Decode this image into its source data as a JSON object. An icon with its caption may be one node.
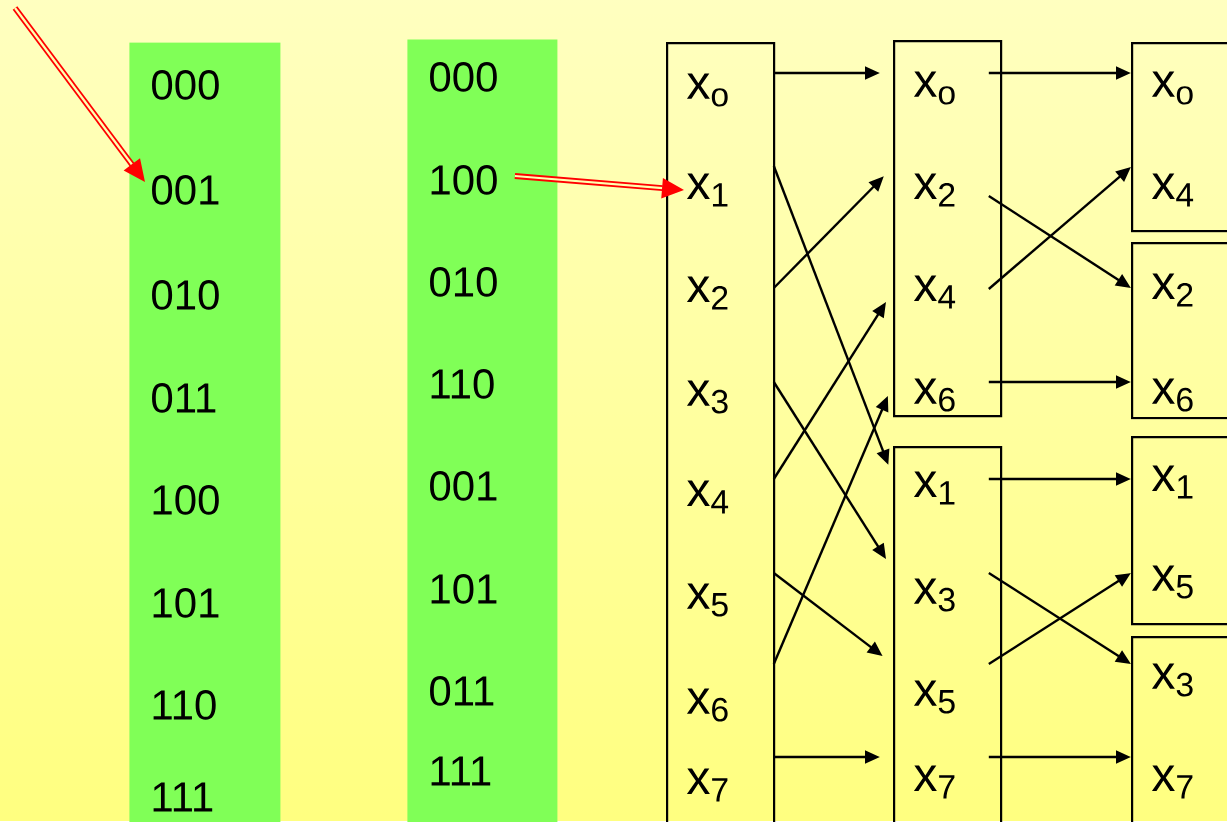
{
  "diagram": {
    "nodes": [
      {
        "text": [],
        "shape": "bar"
      },
      {
        "text": [
          "000"
        ],
        "in": 0
      },
      {
        "text": [
          "001"
        ],
        "in": 0
      },
      {
        "text": [
          "010"
        ],
        "in": 0
      },
      {
        "text": [
          "011"
        ],
        "in": 0
      },
      {
        "text": [
          "100"
        ],
        "in": 0
      },
      {
        "text": [
          "101"
        ],
        "in": 0
      },
      {
        "text": [
          "110"
        ],
        "in": 0
      },
      {
        "text": [
          "111"
        ],
        "in": 0
      },
      {
        "text": [],
        "shape": "bar"
      },
      {
        "text": [
          "000"
        ],
        "in": 9
      },
      {
        "text": [
          "100"
        ],
        "in": 9
      },
      {
        "text": [
          "010"
        ],
        "in": 9
      },
      {
        "text": [
          "110"
        ],
        "in": 9
      },
      {
        "text": [
          "001"
        ],
        "in": 9
      },
      {
        "text": [
          "101"
        ],
        "in": 9
      },
      {
        "text": [
          "011"
        ],
        "in": 9
      },
      {
        "text": [
          "111"
        ],
        "in": 9
      },
      {
        "text": [],
        "shape": "box"
      },
      {
        "text": [
          "x$_{o}$"
        ],
        "in": 18
      },
      {
        "text": [
          "x$_{1}$"
        ],
        "in": 18
      },
      {
        "text": [
          "x$_{2}$"
        ],
        "in": 18
      },
      {
        "text": [
          "x$_{3}$"
        ],
        "in": 18
      },
      {
        "text": [
          "x$_{4}$"
        ],
        "in": 18
      },
      {
        "text": [
          "x$_{5}$"
        ],
        "in": 18
      },
      {
        "text": [
          "x$_{6}$"
        ],
        "in": 18
      },
      {
        "text": [
          "x$_{7}$"
        ],
        "in": 18
      },
      {
        "text": [],
        "shape": "box"
      },
      {
        "text": [
          "x$_{o}$"
        ],
        "in": 27
      },
      {
        "text": [
          "x$_{2}$"
        ],
        "in": 27
      },
      {
        "text": [
          "x$_{4}$"
        ],
        "in": 27
      },
      {
        "text": [
          "x$_{6}$"
        ],
        "in": 27
      },
      {
        "text": [],
        "shape": "box"
      },
      {
        "text": [
          "x$_{1}$"
        ],
        "in": 32
      },
      {
        "text": [
          "x$_{3}$"
        ],
        "in": 32
      },
      {
        "text": [
          "x$_{5}$"
        ],
        "in": 32
      },
      {
        "text": [
          "x$_{7}$"
        ],
        "in": 32
      },
      {
        "text": [],
        "shape": "box"
      },
      {
        "text": [
          "x$_{o}$"
        ],
        "in": 37
      },
      {
        "text": [
          "x$_{4}$"
        ],
        "in": 37
      },
      {
        "text": [],
        "shape": "box"
      },
      {
        "text": [
          "x$_{2}$"
        ],
        "in": 40
      },
      {
        "text": [
          "x$_{6}$"
        ],
        "in": 40
      },
      {
        "text": [],
        "shape": "box"
      },
      {
        "text": [
          "x$_{1}$"
        ],
        "in": 43
      },
      {
        "text": [
          "x$_{5}$"
        ],
        "in": 43
      },
      {
        "text": [],
        "shape": "box"
      },
      {
        "text": [
          "x$_{3}$"
        ],
        "in": 46
      },
      {
        "text": [
          "x$_{7}$"
        ],
        "in": 46
      }
    ],
    "edges": [
      {
        "from": null,
        "to": 2,
        "arrow": "to",
        "style": "thick",
        "color": "#ff0000"
      },
      {
        "from": 11,
        "to": 20,
        "arrow": "to",
        "style": "thick",
        "color": "#ff0000"
      },
      {
        "from": 19,
        "to": 28,
        "arrow": "to"
      },
      {
        "from": 20,
        "to": 33,
        "arrow": "to"
      },
      {
        "from": 21,
        "to": 29,
        "arrow": "to"
      },
      {
        "from": 22,
        "to": 34,
        "arrow": "to"
      },
      {
        "from": 23,
        "to": 30,
        "arrow": "to"
      },
      {
        "from": 24,
        "to": 35,
        "arrow": "to"
      },
      {
        "from": 25,
        "to": 31,
        "arrow": "to"
      },
      {
        "from": 26,
        "to": 36,
        "arrow": "to"
      },
      {
        "from": 28,
        "to": 38,
        "arrow": "to"
      },
      {
        "from": 29,
        "to": 41,
        "arrow": "to"
      },
      {
        "from": 30,
        "to": 39,
        "arrow": "to"
      },
      {
        "from": 31,
        "to": 42,
        "arrow": "to"
      },
      {
        "from": 33,
        "to": 44,
        "arrow": "to"
      },
      {
        "from": 34,
        "to": 47,
        "arrow": "to"
      },
      {
        "from": 35,
        "to": 45,
        "arrow": "to"
      },
      {
        "from": 36,
        "to": 48,
        "arrow": "to"
      }
    ]
  }
}
